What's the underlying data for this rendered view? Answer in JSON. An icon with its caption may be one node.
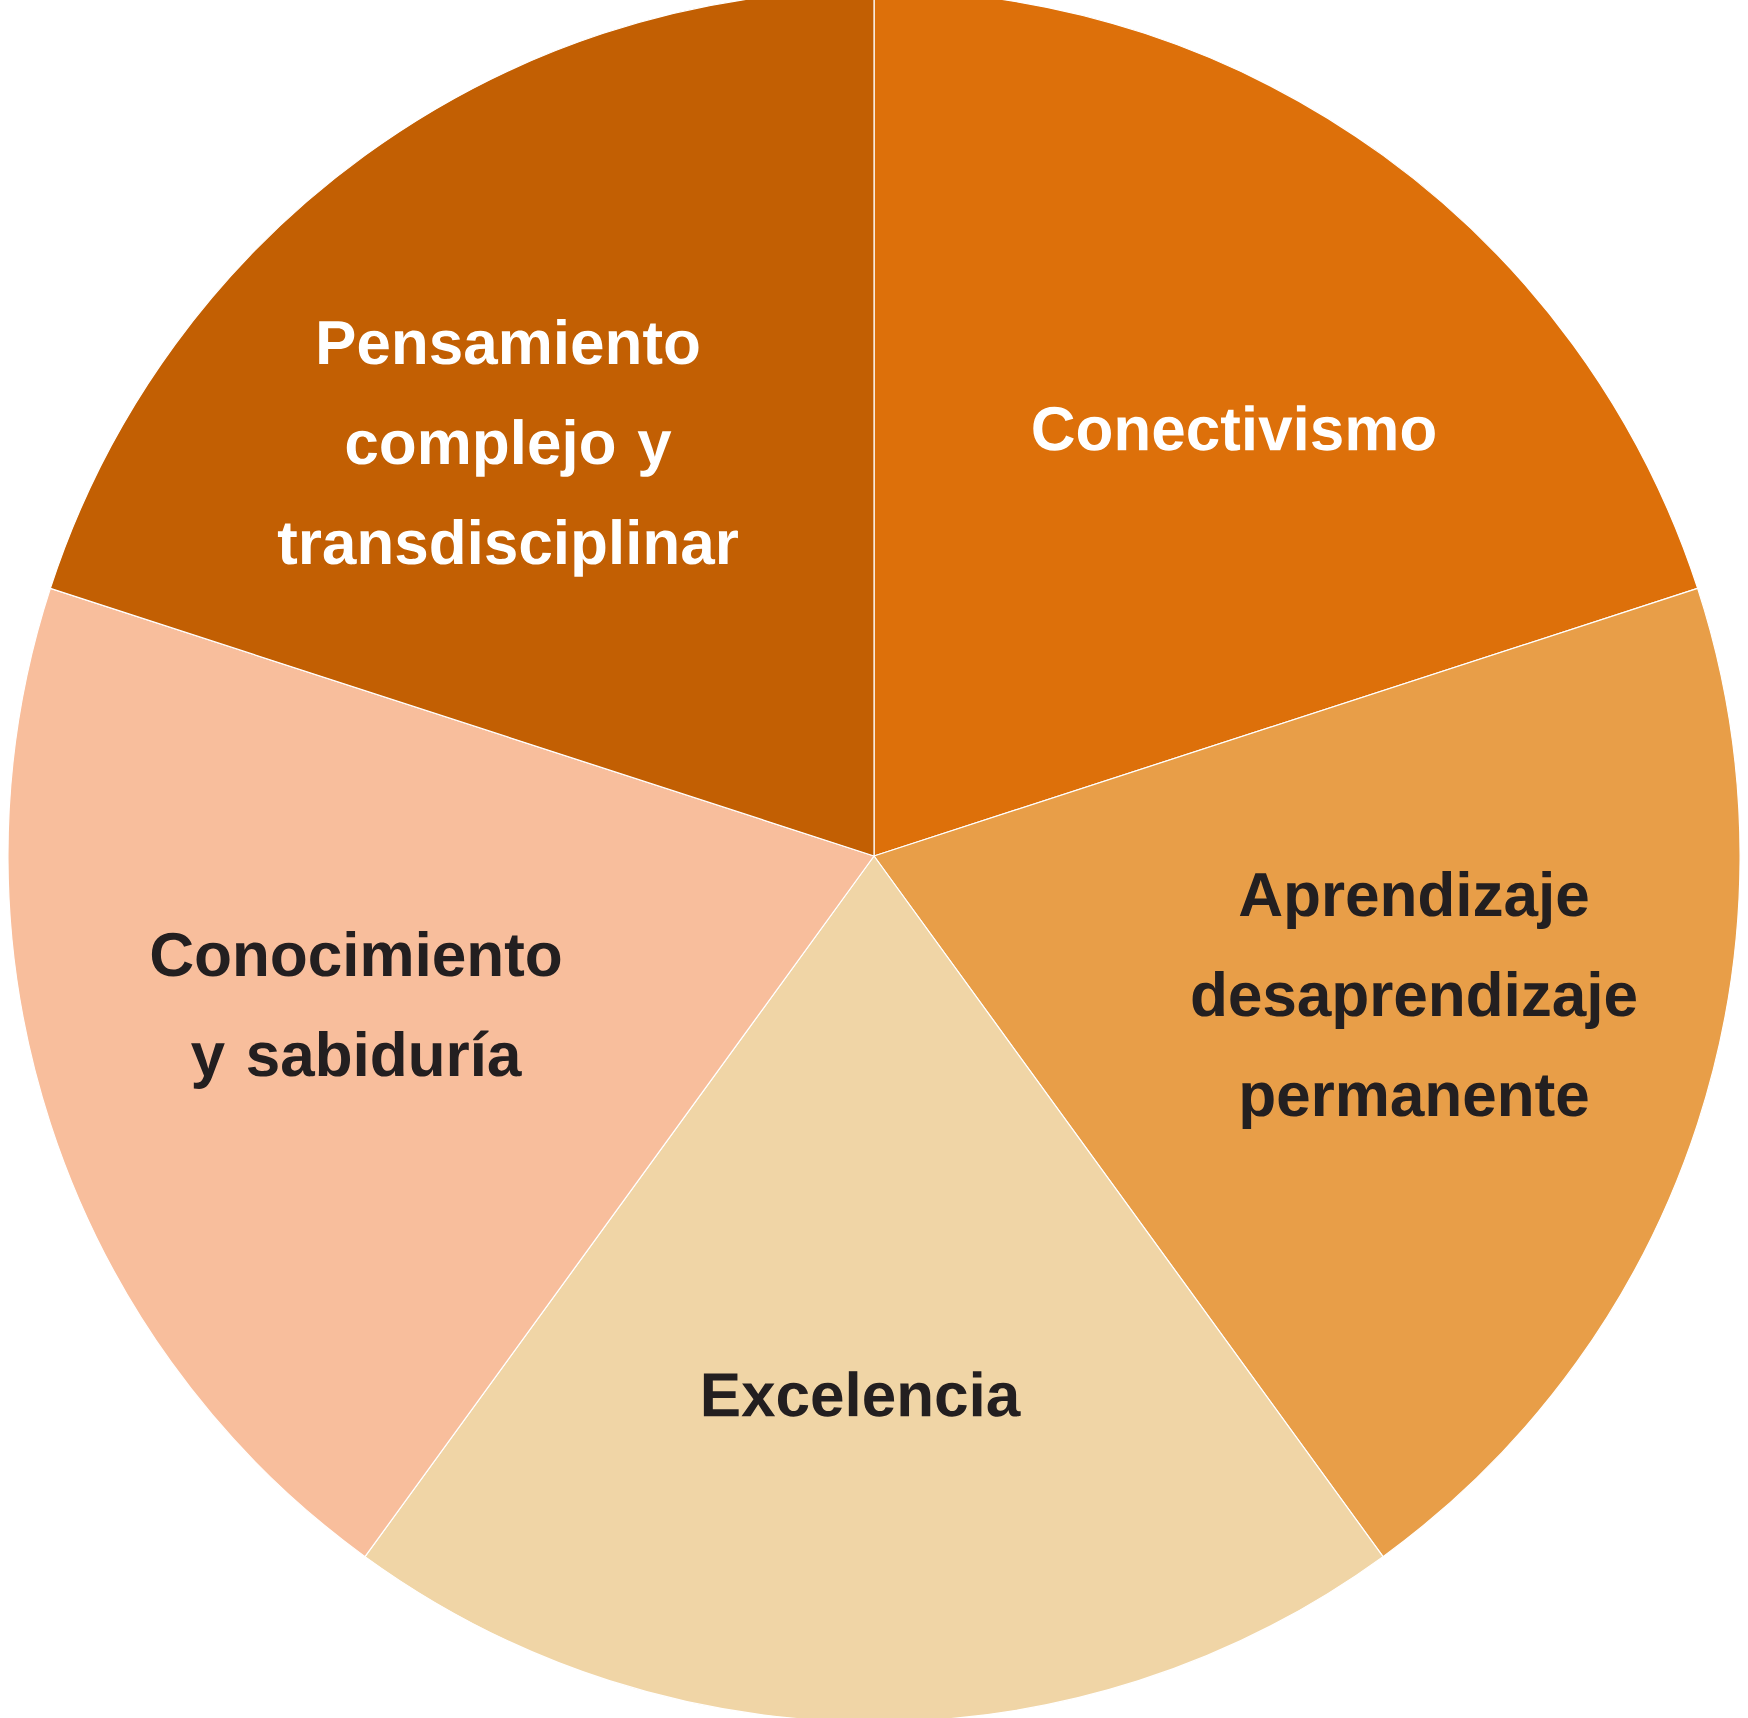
{
  "diagram": {
    "nodes": [
      {
        "text": [
          "Conectivismo"
        ]
      },
      {
        "text": [
          "Aprendizaje desaprendizaje permanente"
        ]
      },
      {
        "text": [
          "Excelencia"
        ]
      },
      {
        "text": [
          "Conocimiento y sabiduría"
        ]
      },
      {
        "text": [
          "Pensamiento complejo y transdisciplinar"
        ]
      }
    ]
  }
}
